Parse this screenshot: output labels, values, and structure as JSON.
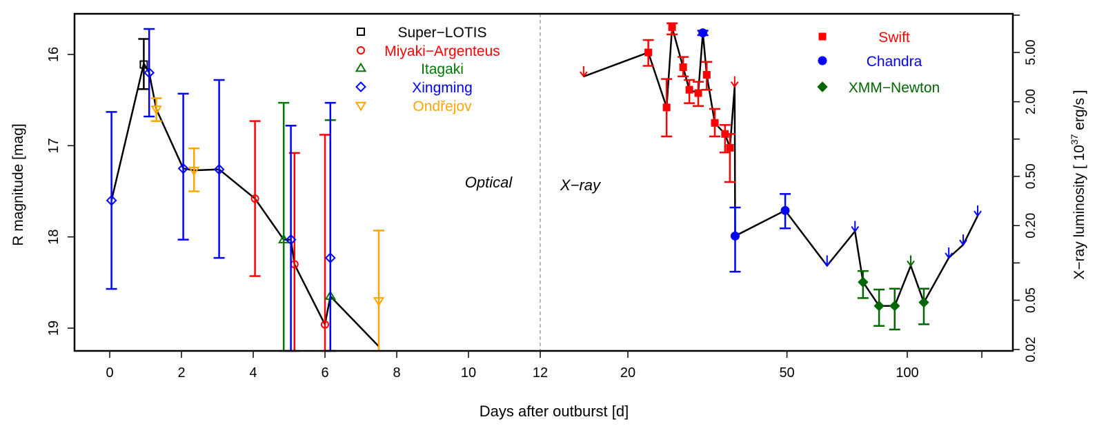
{
  "chart_data": {
    "type": "scatter",
    "xlabel": "Days after outburst [d]",
    "ylabel_left": "R magnitude [mag]",
    "ylabel_right_prefix": "X−ray luminosity [ 10",
    "ylabel_right_exp": "37",
    "ylabel_right_suffix": " erg/s ]",
    "panel_labels": {
      "optical": "Optical",
      "xray": "X−ray"
    },
    "optical": {
      "x_scale": "linear",
      "xlim": [
        -1,
        12
      ],
      "ylim_reversed": [
        15.65,
        19.25
      ],
      "x_ticks": [
        0,
        2,
        4,
        6,
        8,
        10,
        12
      ],
      "y_ticks": [
        16,
        17,
        18,
        19
      ],
      "curve": [
        [
          0.05,
          17.6
        ],
        [
          0.95,
          16.1
        ],
        [
          1.1,
          16.2
        ],
        [
          1.3,
          16.6
        ],
        [
          2.05,
          17.25
        ],
        [
          2.35,
          17.27
        ],
        [
          3.05,
          17.26
        ],
        [
          4.05,
          17.58
        ],
        [
          4.85,
          18.03
        ],
        [
          5.05,
          18.03
        ],
        [
          5.15,
          18.3
        ],
        [
          6.0,
          18.96
        ],
        [
          6.15,
          18.65
        ],
        [
          7.5,
          19.2
        ]
      ],
      "series": [
        {
          "name": "Super−LOTIS",
          "marker": "square",
          "color": "#000000",
          "points": [
            {
              "x": 0.95,
              "y": 16.11,
              "lo": 15.83,
              "hi": 16.38
            }
          ]
        },
        {
          "name": "Miyaki−Argenteus",
          "marker": "circle",
          "color": "#ff0000",
          "points": [
            {
              "x": 4.05,
              "y": 17.58,
              "lo": 16.73,
              "hi": 18.43
            },
            {
              "x": 5.15,
              "y": 18.3,
              "lo": 17.08,
              "hi": 19.25
            },
            {
              "x": 6.0,
              "y": 18.96,
              "lo": 16.88,
              "hi": 19.25
            }
          ]
        },
        {
          "name": "Itagaki",
          "marker": "triangle-up",
          "color": "#007700",
          "points": [
            {
              "x": 4.85,
              "y": 18.03,
              "lo": 16.53,
              "hi": 19.25
            },
            {
              "x": 6.15,
              "y": 18.65,
              "lo": 16.72,
              "hi": 19.25
            }
          ]
        },
        {
          "name": "Xingming",
          "marker": "diamond",
          "color": "#0000ff",
          "points": [
            {
              "x": 0.05,
              "y": 17.6,
              "lo": 16.63,
              "hi": 18.57
            },
            {
              "x": 1.1,
              "y": 16.2,
              "lo": 15.72,
              "hi": 16.68
            },
            {
              "x": 2.05,
              "y": 17.25,
              "lo": 16.43,
              "hi": 18.03
            },
            {
              "x": 3.05,
              "y": 17.26,
              "lo": 16.28,
              "hi": 18.23
            },
            {
              "x": 5.05,
              "y": 18.03,
              "lo": 16.78,
              "hi": 19.25
            },
            {
              "x": 6.15,
              "y": 18.23,
              "lo": 16.53,
              "hi": 19.25
            }
          ]
        },
        {
          "name": "Ondřejov",
          "marker": "triangle-down",
          "color": "#ffa500",
          "points": [
            {
              "x": 1.3,
              "y": 16.6,
              "lo": 16.48,
              "hi": 16.73
            },
            {
              "x": 2.35,
              "y": 17.27,
              "lo": 17.03,
              "hi": 17.5
            },
            {
              "x": 7.5,
              "y": 18.7,
              "lo": 17.93,
              "hi": 19.25
            }
          ]
        }
      ]
    },
    "xray": {
      "x_scale": "log",
      "xlim": [
        12,
        180
      ],
      "y_scale": "log",
      "ylim": [
        0.02,
        10
      ],
      "x_ticks": [
        20,
        50,
        100
      ],
      "y_ticks": [
        0.02,
        0.05,
        0.2,
        0.5,
        2,
        5
      ],
      "y_tick_labels": [
        "0.02",
        "0.05",
        "0.20",
        "0.50",
        "2.00",
        "5.00"
      ],
      "curve": [
        [
          15.5,
          3.2
        ],
        [
          22.5,
          5.0
        ],
        [
          25.0,
          1.8
        ],
        [
          25.8,
          8.0
        ],
        [
          27.5,
          3.8
        ],
        [
          28.5,
          2.5
        ],
        [
          30.0,
          2.35
        ],
        [
          30.8,
          7.2
        ],
        [
          31.5,
          3.3
        ],
        [
          33.0,
          1.35
        ],
        [
          35.0,
          1.1
        ],
        [
          36.0,
          0.85
        ],
        [
          37.0,
          2.65
        ],
        [
          37.1,
          0.165
        ],
        [
          49.5,
          0.265
        ],
        [
          63.0,
          0.095
        ],
        [
          74.0,
          0.18
        ],
        [
          77.5,
          0.07
        ],
        [
          85.0,
          0.045
        ],
        [
          93.0,
          0.045
        ],
        [
          102.0,
          0.095
        ],
        [
          110.0,
          0.048
        ],
        [
          127.0,
          0.11
        ],
        [
          138.0,
          0.14
        ],
        [
          150.0,
          0.24
        ]
      ],
      "series": [
        {
          "name": "Swift",
          "marker": "filled-square",
          "color": "#ff0000",
          "points": [
            {
              "x": 22.5,
              "y": 5.0,
              "lo": 3.9,
              "hi": 6.3
            },
            {
              "x": 25.0,
              "y": 1.8,
              "lo": 1.05,
              "hi": 3.05
            },
            {
              "x": 25.8,
              "y": 8.0,
              "lo": 7.0,
              "hi": 8.6
            },
            {
              "x": 27.5,
              "y": 3.8,
              "lo": 3.2,
              "hi": 4.6
            },
            {
              "x": 28.5,
              "y": 2.5,
              "lo": 1.95,
              "hi": 3.0
            },
            {
              "x": 30.0,
              "y": 2.35,
              "lo": 1.85,
              "hi": 2.9
            },
            {
              "x": 31.5,
              "y": 3.3,
              "lo": 2.5,
              "hi": 4.2
            },
            {
              "x": 33.0,
              "y": 1.35,
              "lo": 1.05,
              "hi": 1.75
            },
            {
              "x": 35.0,
              "y": 1.1,
              "lo": 0.78,
              "hi": 1.3
            },
            {
              "x": 36.0,
              "y": 0.85,
              "lo": 0.45,
              "hi": 1.1
            }
          ],
          "upper_limits": [
            {
              "x": 15.5,
              "y": 3.2
            },
            {
              "x": 37.0,
              "y": 2.65
            }
          ]
        },
        {
          "name": "Chandra",
          "marker": "filled-circle",
          "color": "#0000ff",
          "points": [
            {
              "x": 30.8,
              "y": 7.2,
              "lo": 6.9,
              "hi": 7.5
            },
            {
              "x": 37.1,
              "y": 0.165,
              "lo": 0.085,
              "hi": 0.28
            },
            {
              "x": 49.5,
              "y": 0.265,
              "lo": 0.19,
              "hi": 0.36
            }
          ],
          "upper_limits": [
            {
              "x": 63.0,
              "y": 0.095
            },
            {
              "x": 74.0,
              "y": 0.18
            },
            {
              "x": 127.0,
              "y": 0.11
            },
            {
              "x": 138.0,
              "y": 0.14
            },
            {
              "x": 150.0,
              "y": 0.24
            }
          ]
        },
        {
          "name": "XMM−Newton",
          "marker": "filled-diamond",
          "color": "#006600",
          "points": [
            {
              "x": 77.5,
              "y": 0.07,
              "lo": 0.052,
              "hi": 0.086
            },
            {
              "x": 85.0,
              "y": 0.045,
              "lo": 0.031,
              "hi": 0.061
            },
            {
              "x": 93.0,
              "y": 0.045,
              "lo": 0.029,
              "hi": 0.062
            },
            {
              "x": 110.0,
              "y": 0.048,
              "lo": 0.032,
              "hi": 0.062
            }
          ],
          "upper_limits": [
            {
              "x": 102.0,
              "y": 0.095
            }
          ]
        }
      ]
    },
    "legend_optical_placement": "top-center",
    "legend_xray_placement": "top-right",
    "grid": false
  }
}
